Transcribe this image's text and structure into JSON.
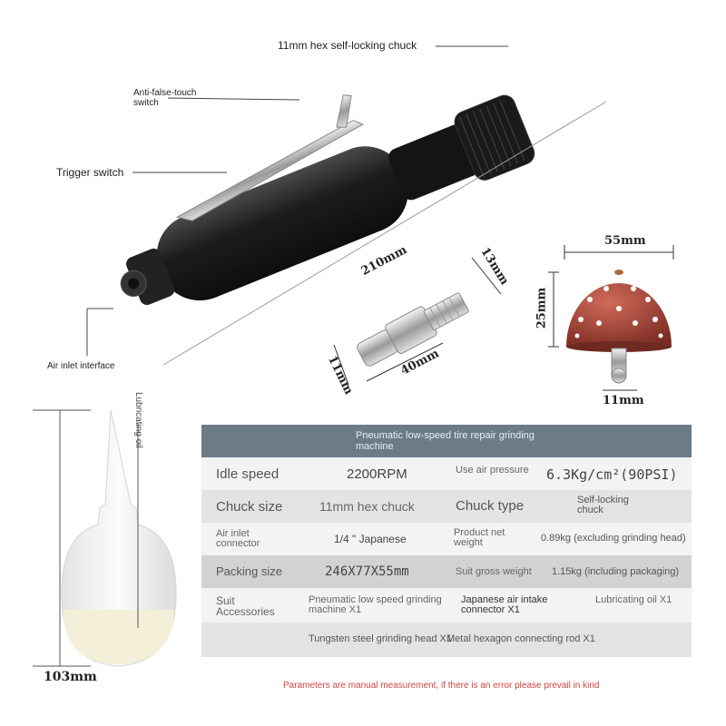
{
  "callouts": {
    "chuck": "11mm hex self-locking chuck",
    "anti_false_touch": "Anti-false-touch switch",
    "trigger": "Trigger switch",
    "air_inlet": "Air inlet interface",
    "lubricating_oil": "Lubricating oil"
  },
  "dimensions": {
    "tool_length": "210mm",
    "connector_length": "40mm",
    "connector_width": "13mm",
    "connector_small": "11mm",
    "head_width": "55mm",
    "head_height": "25mm",
    "head_shaft": "11mm",
    "bottle_height": "103mm"
  },
  "spec_table": {
    "title": "Pneumatic low-speed tire repair grinding machine",
    "rows": {
      "idle_speed_label": "Idle speed",
      "idle_speed_value": "2200RPM",
      "air_pressure_label": "Use air pressure",
      "air_pressure_value": "6.3Kg/cm²(90PSI)",
      "chuck_size_label": "Chuck size",
      "chuck_size_value": "11mm hex chuck",
      "chuck_type_label": "Chuck type",
      "chuck_type_value": "Self-locking chuck",
      "air_inlet_label": "Air inlet connector",
      "air_inlet_value": "1/4 \" Japanese",
      "net_weight_label": "Product net weight",
      "net_weight_value": "0.89kg (excluding grinding head)",
      "packing_size_label": "Packing size",
      "packing_size_value": "246X77X55mm",
      "gross_weight_label": "Suit gross weight",
      "gross_weight_value": "1.15kg (including packaging)",
      "accessories_label": "Suit Accessories",
      "acc_1": "Pneumatic low speed grinding machine X1",
      "acc_2": "Japanese air intake connector X1",
      "acc_3": "Lubricating oil X1",
      "acc_4": "Tungsten steel grinding head X1",
      "acc_5": "Metal hexagon connecting rod X1"
    },
    "note": "Parameters are manual measurement, if there is an error please prevail in kind"
  }
}
